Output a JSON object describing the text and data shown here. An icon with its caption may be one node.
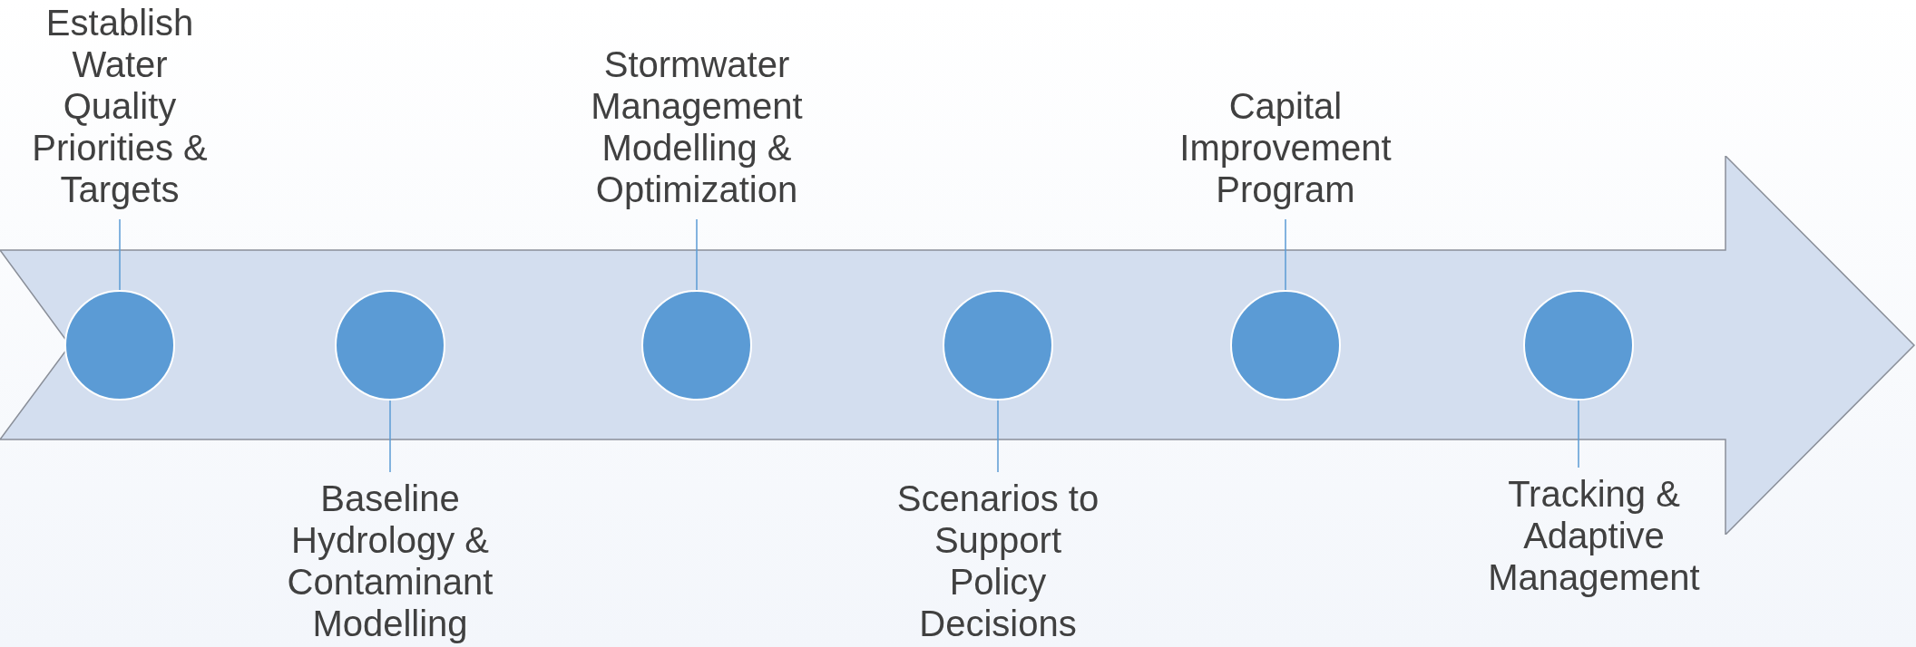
{
  "diagram": {
    "nodes": [
      {
        "text": [],
        "shape": "arrow"
      },
      {
        "text": [],
        "shape": "circle",
        "in": 0
      },
      {
        "text": [],
        "shape": "circle",
        "in": 0
      },
      {
        "text": [],
        "shape": "circle",
        "in": 0
      },
      {
        "text": [],
        "shape": "circle",
        "in": 0
      },
      {
        "text": [],
        "shape": "circle",
        "in": 0
      },
      {
        "text": [],
        "shape": "circle",
        "in": 0
      },
      {
        "text": [
          "Establish Water Quality Priorities & Targets"
        ]
      },
      {
        "text": [
          "Baseline Hydrology & Contaminant Modelling"
        ]
      },
      {
        "text": [
          "Stormwater Management Modelling & Optimization"
        ]
      },
      {
        "text": [
          "Scenarios to Support Policy Decisions"
        ]
      },
      {
        "text": [
          "Capital Improvement Program"
        ]
      },
      {
        "text": [
          "Tracking & Adaptive Management"
        ]
      }
    ],
    "edges": [
      {
        "from": 7,
        "to": 1,
        "arrow": "none"
      },
      {
        "from": 8,
        "to": 2,
        "arrow": "none"
      },
      {
        "from": 9,
        "to": 3,
        "arrow": "none"
      },
      {
        "from": 10,
        "to": 4,
        "arrow": "none"
      },
      {
        "from": 11,
        "to": 5,
        "arrow": "none"
      },
      {
        "from": 12,
        "to": 6,
        "arrow": "none"
      }
    ]
  }
}
